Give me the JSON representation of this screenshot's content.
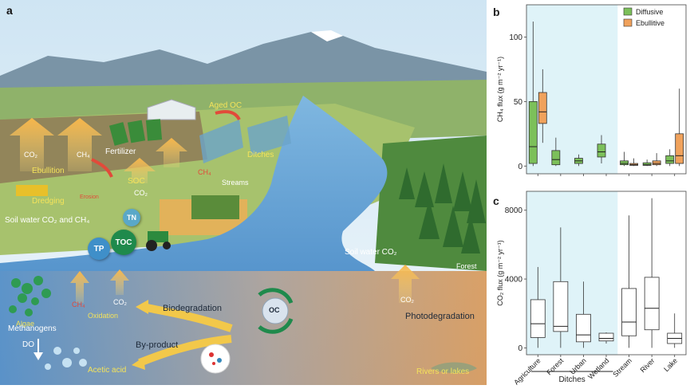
{
  "panels": {
    "a": "a",
    "b": "b",
    "c": "c"
  },
  "illustration": {
    "labels": {
      "co2_left": "CO₂",
      "ch4_left": "CH₄",
      "fertilizer": "Fertilizer",
      "aged_oc": "Aged OC",
      "ditches": "Ditches",
      "ebullition": "Ebullition",
      "dredging": "Dredging",
      "erosion": "Erosion",
      "soc": "SOC",
      "co2_mid": "CO₂",
      "ch4_mid": "CH₄",
      "streams": "Streams",
      "soil_water_left": "Soil water CO₂ and CH₄",
      "tn": "TN",
      "tp": "TP",
      "toc": "TOC",
      "soil_water_right": "Soil water CO₂",
      "forest": "Forest",
      "algae": "Algae",
      "ch4_water": "CH₄",
      "co2_water": "CO₂",
      "oxidation": "Oxidation",
      "biodegradation": "Biodegradation",
      "oc": "OC",
      "methanogens": "Methanogens",
      "do": "DO",
      "by_product": "By-product",
      "acetic_acid": "Acetic acid",
      "co2_right": "CO₂",
      "photodegradation": "Photodegradation",
      "rivers_or_lakes": "Rivers or lakes"
    }
  },
  "colors": {
    "diffusive": "#7cc05a",
    "ebullitive": "#f0a25c",
    "ditch_band": "#dff3f8",
    "tp_node": "#3f8fc9",
    "toc_node": "#1f8a4c",
    "tn_node": "#5aa8c8"
  },
  "chart_data": [
    {
      "type": "box",
      "panel": "b",
      "title": "",
      "ylabel": "CH₄ flux (g m⁻² yr⁻¹)",
      "ylim": [
        -6,
        125
      ],
      "yticks": [
        0,
        50,
        100
      ],
      "legend": [
        "Diffusive",
        "Ebullitive"
      ],
      "legend_position": "top-right",
      "categories": [
        "Agriculture",
        "Forest",
        "Urban",
        "Wetland",
        "Stream",
        "River",
        "Lake"
      ],
      "series": [
        {
          "name": "Diffusive",
          "boxes": [
            {
              "min": 0,
              "q1": 2,
              "median": 15,
              "q3": 50,
              "max": 112
            },
            {
              "min": 0,
              "q1": 1,
              "median": 5,
              "q3": 12,
              "max": 22
            },
            {
              "min": 0,
              "q1": 2,
              "median": 4,
              "q3": 6,
              "max": 9
            },
            {
              "min": 2,
              "q1": 7,
              "median": 11,
              "q3": 17,
              "max": 24
            },
            {
              "min": 0,
              "q1": 1,
              "median": 2,
              "q3": 4,
              "max": 11
            },
            {
              "min": 0,
              "q1": 0.5,
              "median": 1,
              "q3": 2.5,
              "max": 5
            },
            {
              "min": 0,
              "q1": 2,
              "median": 4,
              "q3": 8,
              "max": 13
            }
          ]
        },
        {
          "name": "Ebullitive",
          "boxes": [
            {
              "min": 18,
              "q1": 33,
              "median": 42,
              "q3": 57,
              "max": 75
            },
            null,
            null,
            null,
            {
              "min": 0,
              "q1": 0.5,
              "median": 1,
              "q3": 2,
              "max": 6
            },
            {
              "min": 0,
              "q1": 1,
              "median": 2,
              "q3": 4,
              "max": 10
            },
            {
              "min": 0,
              "q1": 2,
              "median": 8,
              "q3": 25,
              "max": 60
            }
          ]
        }
      ]
    },
    {
      "type": "box",
      "panel": "c",
      "title": "",
      "ylabel": "CO₂ flux (g m⁻² yr⁻¹)",
      "ylim": [
        -400,
        9100
      ],
      "yticks": [
        0,
        4000,
        8000
      ],
      "categories": [
        "Agriculture",
        "Forest",
        "Urban",
        "Wetland",
        "Stream",
        "River",
        "Lake"
      ],
      "group_label": "Ditches",
      "series": [
        {
          "name": "",
          "boxes": [
            {
              "min": 0,
              "q1": 600,
              "median": 1400,
              "q3": 2800,
              "max": 4700
            },
            {
              "min": 0,
              "q1": 950,
              "median": 1250,
              "q3": 3850,
              "max": 7000
            },
            {
              "min": 0,
              "q1": 350,
              "median": 750,
              "q3": 1950,
              "max": 3850
            },
            {
              "min": 250,
              "q1": 400,
              "median": 550,
              "q3": 850,
              "max": 900
            },
            {
              "min": 0,
              "q1": 700,
              "median": 1500,
              "q3": 3450,
              "max": 7700
            },
            {
              "min": 0,
              "q1": 1050,
              "median": 2300,
              "q3": 4100,
              "max": 8700
            },
            {
              "min": 0,
              "q1": 250,
              "median": 550,
              "q3": 850,
              "max": 2000
            }
          ]
        }
      ]
    }
  ]
}
